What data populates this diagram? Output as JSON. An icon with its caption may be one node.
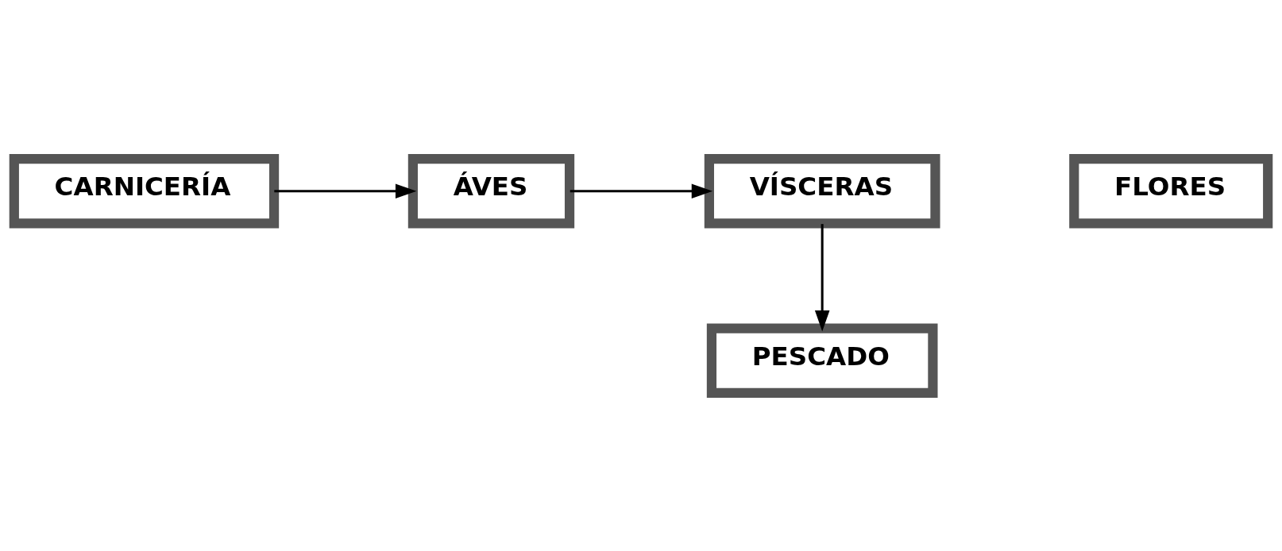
{
  "diagram": {
    "nodes": [
      {
        "text": [
          "CARNICERÍA"
        ]
      },
      {
        "text": [
          "ÁVES"
        ]
      },
      {
        "text": [
          "VÍSCERAS"
        ]
      },
      {
        "text": [
          "PESCADO"
        ]
      },
      {
        "text": [
          "FLORES"
        ]
      }
    ],
    "edges": [
      {
        "from": 0,
        "to": 1,
        "arrow": "to"
      },
      {
        "from": 1,
        "to": 2,
        "arrow": "to"
      },
      {
        "from": 2,
        "to": 3,
        "arrow": "to"
      }
    ]
  }
}
